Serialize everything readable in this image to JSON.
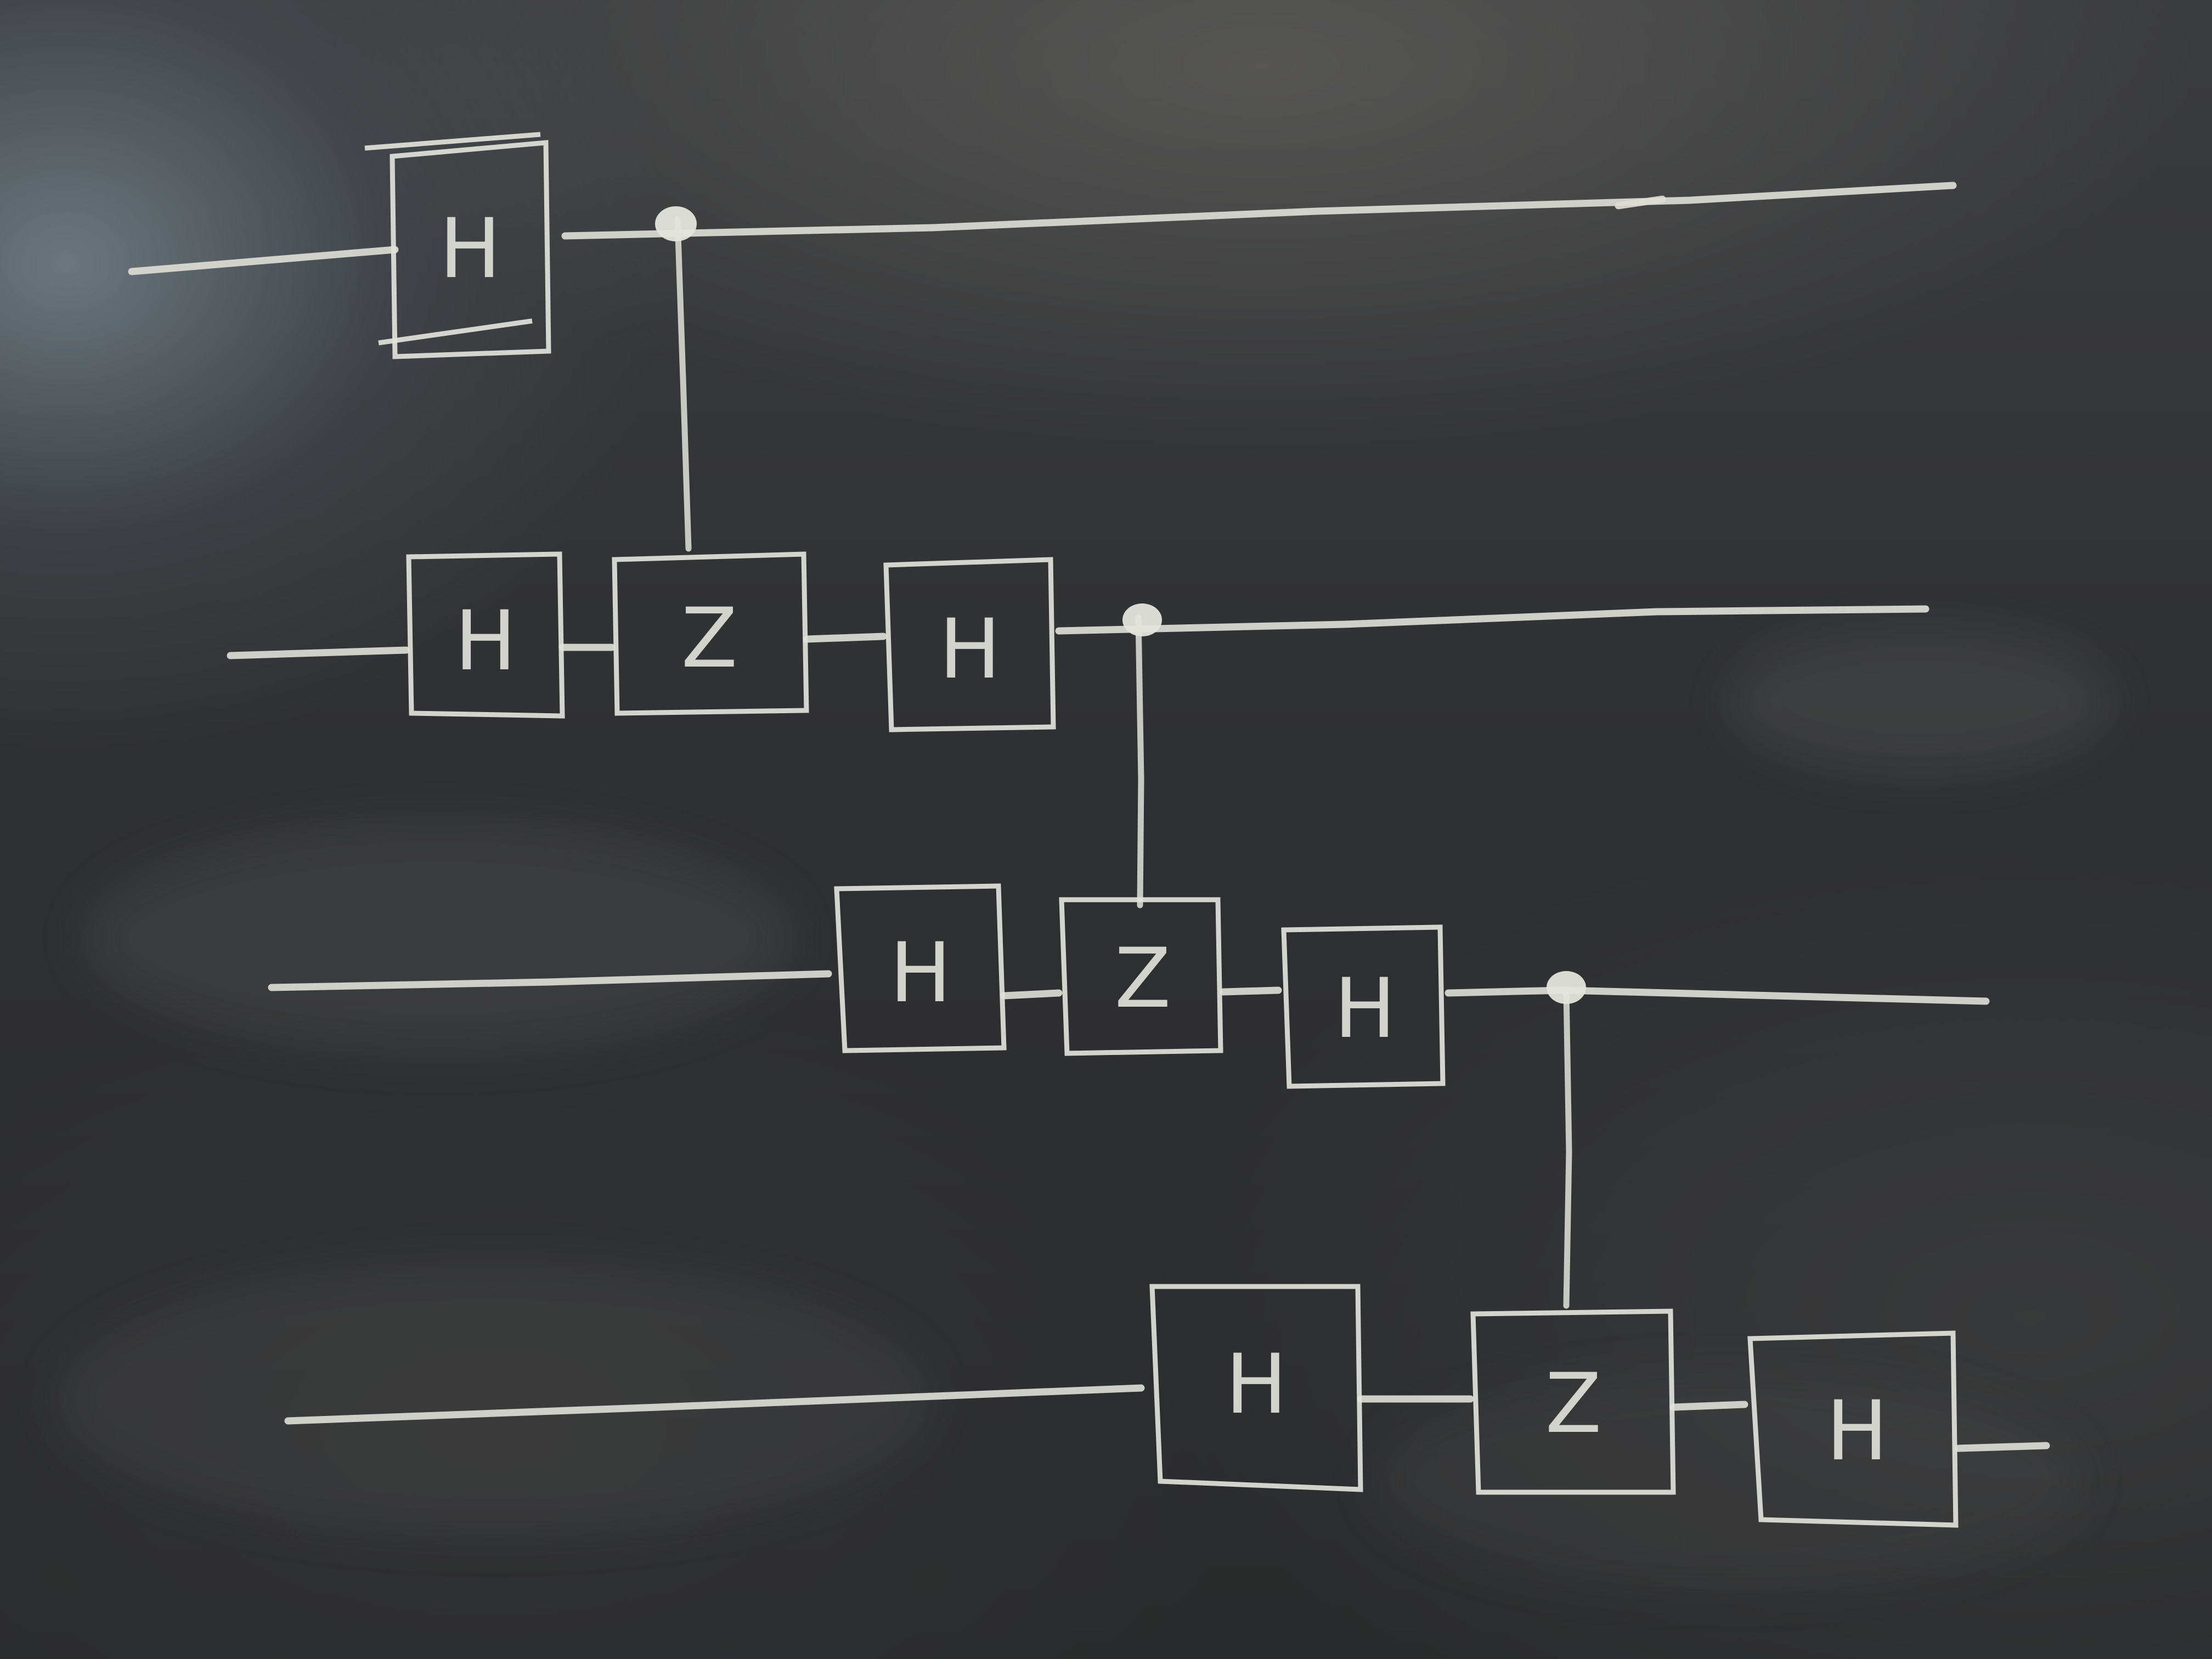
{
  "diagram": {
    "qubits": [
      {
        "gates": [
          {
            "label": "H"
          }
        ]
      },
      {
        "gates": [
          {
            "label": "H"
          },
          {
            "label": "Z"
          },
          {
            "label": "H"
          }
        ]
      },
      {
        "gates": [
          {
            "label": "H"
          },
          {
            "label": "Z"
          },
          {
            "label": "H"
          }
        ]
      },
      {
        "gates": [
          {
            "label": "H"
          },
          {
            "label": "Z"
          },
          {
            "label": "H"
          }
        ]
      }
    ]
  },
  "colors": {
    "chalk": "#e0e0da",
    "board": "#2f3032"
  }
}
